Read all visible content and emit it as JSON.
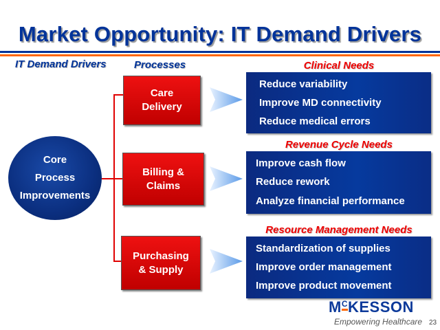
{
  "title": "Market Opportunity: IT Demand Drivers",
  "headers": {
    "drivers": "IT Demand Drivers",
    "processes": "Processes"
  },
  "core": [
    "Core",
    "Process",
    "Improvements"
  ],
  "processes": [
    {
      "lines": [
        "Care",
        "Delivery"
      ]
    },
    {
      "lines": [
        "Billing &",
        "Claims"
      ]
    },
    {
      "lines": [
        "Purchasing",
        "& Supply"
      ]
    }
  ],
  "needs": [
    {
      "title": "Clinical Needs",
      "items": [
        "Reduce variability",
        "Improve MD connectivity",
        "Reduce medical errors"
      ]
    },
    {
      "title": "Revenue Cycle Needs",
      "items": [
        "Improve cash flow",
        "Reduce rework",
        "Analyze financial performance"
      ]
    },
    {
      "title": "Resource Management Needs",
      "items": [
        "Standardization of supplies",
        "Improve order management",
        "Improve product movement"
      ]
    }
  ],
  "logo": {
    "text_pre": "M",
    "text_c": "C",
    "text_post": "KESSON",
    "tagline": "Empowering Healthcare"
  },
  "page_number": "23",
  "colors": {
    "brand_blue": "#003399",
    "accent_orange": "#ff6600",
    "red": "#e00000"
  }
}
